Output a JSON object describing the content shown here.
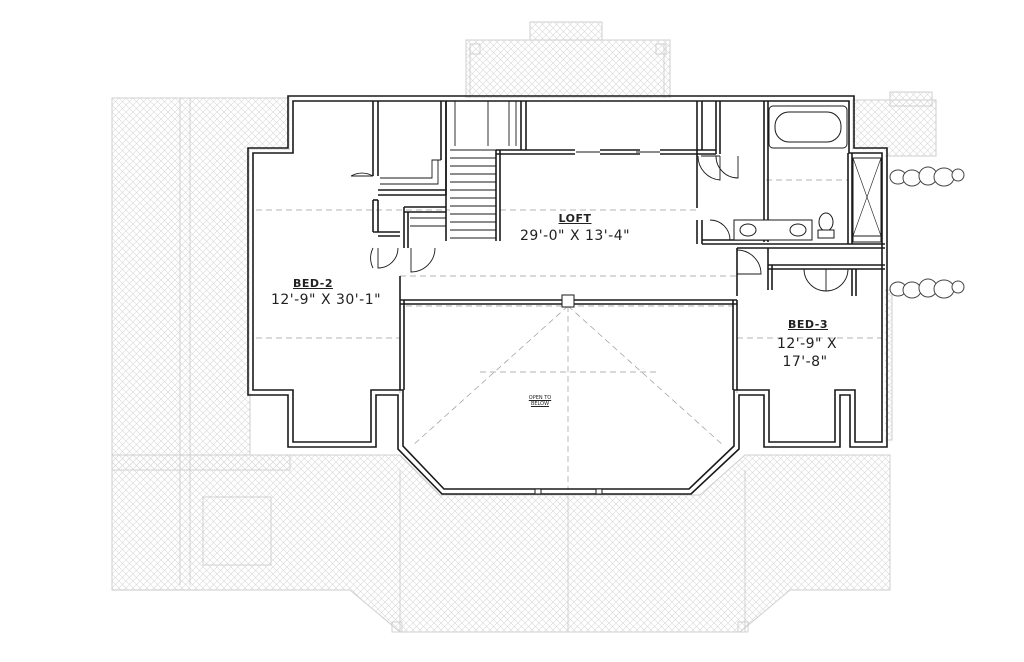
{
  "rooms": {
    "loft": {
      "name": "LOFT",
      "dims": "29'-0\" X 13'-4\""
    },
    "bed2": {
      "name": "BED-2",
      "dims": "12'-9\" X 30'-1\""
    },
    "bed3": {
      "name": "BED-3",
      "dims_line1": "12'-9\" X",
      "dims_line2": "17'-8\""
    },
    "open": {
      "line1": "OPEN TO",
      "line2": "BELOW"
    }
  }
}
